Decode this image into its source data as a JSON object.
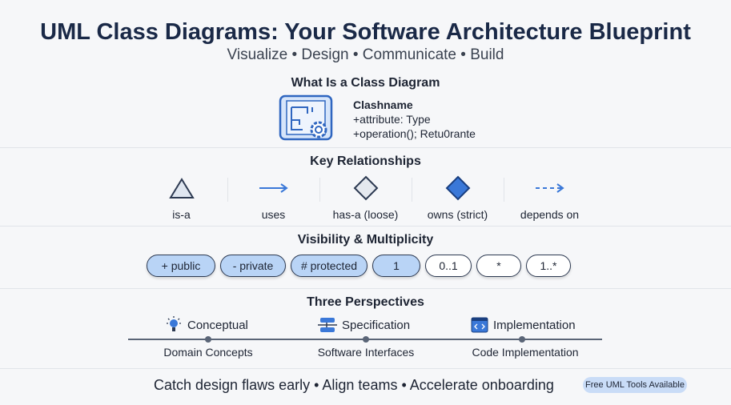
{
  "title": "UML Class Diagrams: Your Software Architecture Blueprint",
  "subtitle": "Visualize • Design • Communicate • Build",
  "what": {
    "heading": "What Is a Class Diagram",
    "class_name": "Clashname",
    "attribute": "+attribute: Type",
    "operation": "+operation(); Retu0rante"
  },
  "relationships": {
    "heading": "Key Relationships",
    "items": [
      {
        "label": "is-a",
        "icon": "triangle-icon"
      },
      {
        "label": "uses",
        "icon": "arrow-icon"
      },
      {
        "label": "has-a (loose)",
        "icon": "hollow-diamond-icon"
      },
      {
        "label": "owns (strict)",
        "icon": "filled-diamond-icon"
      },
      {
        "label": "depends on",
        "icon": "dashed-arrow-icon"
      }
    ]
  },
  "visibility": {
    "heading": "Visibility & Multiplicity",
    "pills": [
      "+ public",
      "- private",
      "# protected",
      "1",
      "0..1",
      "*",
      "1..*"
    ]
  },
  "perspectives": {
    "heading": "Three Perspectives",
    "items": [
      {
        "title": "Conceptual",
        "label": "Domain Concepts",
        "icon": "lightbulb-icon"
      },
      {
        "title": "Specification",
        "label": "Software Interfaces",
        "icon": "interface-icon"
      },
      {
        "title": "Implementation",
        "label": "Code Implementation",
        "icon": "code-window-icon"
      }
    ]
  },
  "footer": {
    "text": "Catch design flaws early • Align teams • Accelerate onboarding",
    "badge": "Free UML Tools Available"
  },
  "colors": {
    "accent": "#3a78d8",
    "navy": "#1a2947",
    "pill_fill": "#b9d4f6"
  }
}
